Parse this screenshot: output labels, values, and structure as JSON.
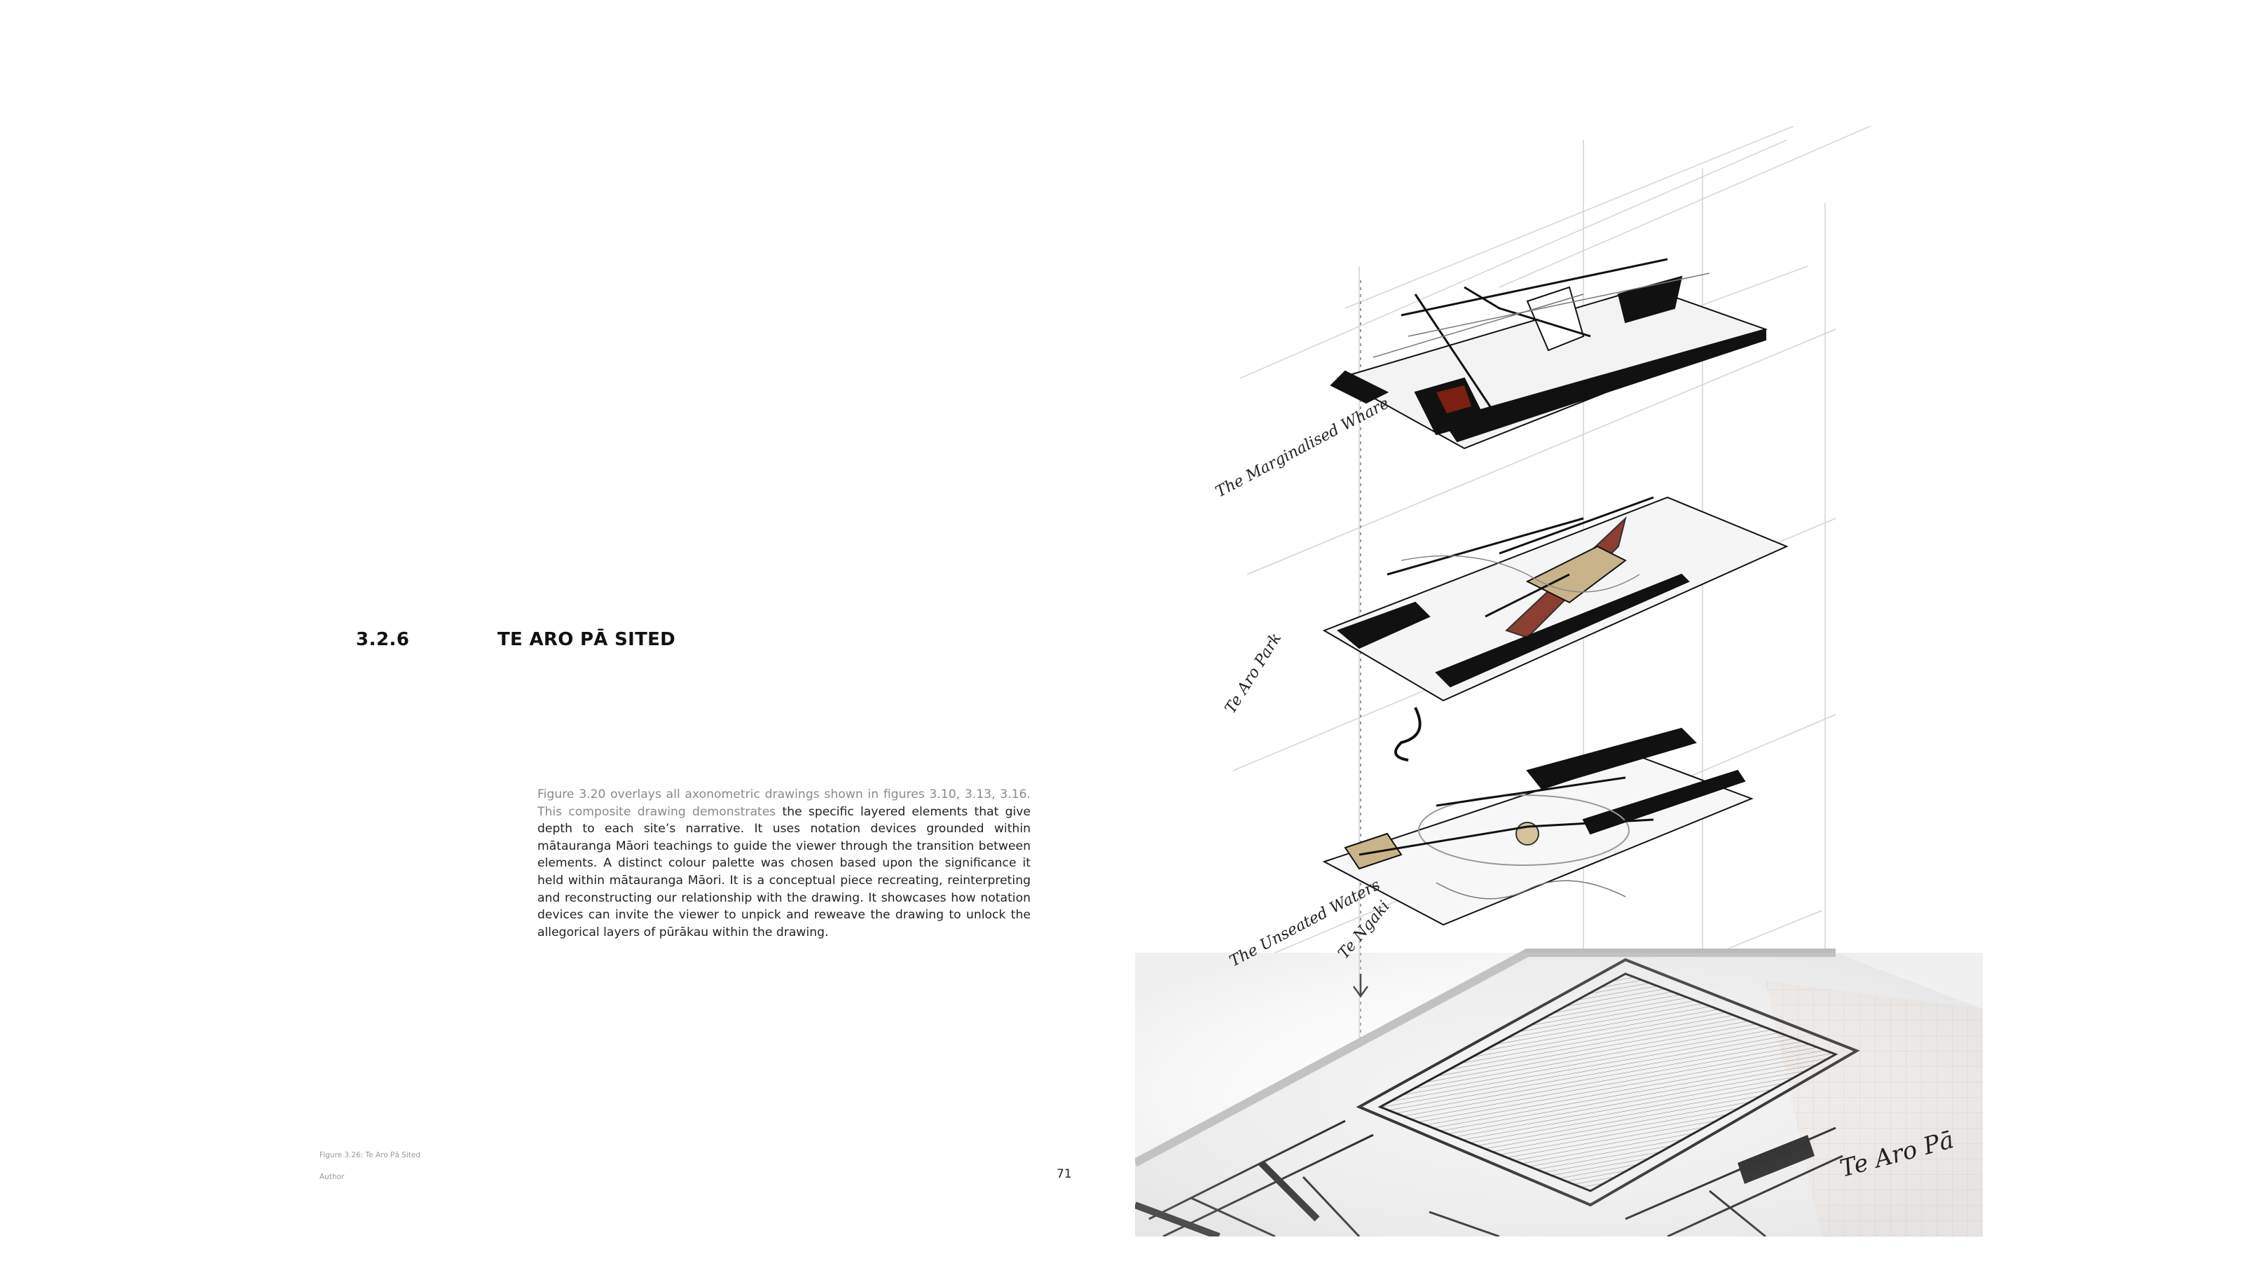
{
  "section": {
    "number": "3.2.6",
    "title": "TE ARO PĀ SITED"
  },
  "body": {
    "lead_muted": "Figure 3.20 overlays all axonometric drawings shown in figures 3.10, 3.13, 3.16. This composite drawing demonstrates ",
    "main": "the specific layered elements that give depth to each site’s narrative. It uses notation devices grounded within mātauranga Māori teachings to guide the viewer through the transition between elements. A distinct colour palette was chosen based upon the significance it held within mātauranga Māori. It is a conceptual piece recreating, reinterpreting and reconstructing our relationship with the drawing. It showcases how notation devices can invite the viewer to unpick and reweave the drawing to unlock the allegorical layers of pūrākau within the drawing."
  },
  "caption": {
    "figure": "Figure 3.26: Te Aro Pā Sited",
    "author": "Author"
  },
  "page_number": "71",
  "drawing_labels": {
    "layer1": "The Marginalised Whare",
    "layer2": "Te Aro Park",
    "layer3": "The Unseated Waters",
    "layer3b": "Te Ngaki",
    "base": "Te Aro Pā"
  }
}
